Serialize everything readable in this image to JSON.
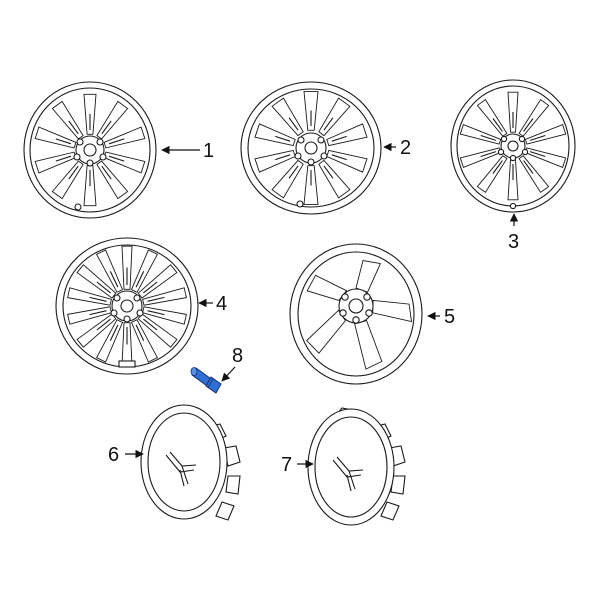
{
  "callouts": {
    "p1": "1",
    "p2": "2",
    "p3": "3",
    "p4": "4",
    "p5": "5",
    "p6": "6",
    "p7": "7",
    "p8": "8"
  },
  "colors": {
    "line": "#1a1a1a",
    "highlight_part": "#2f6fd6"
  },
  "icons": {
    "wheel": "alloy-wheel-icon",
    "lug_nut": "lug-nut-icon",
    "center_cap": "center-cap-icon"
  }
}
